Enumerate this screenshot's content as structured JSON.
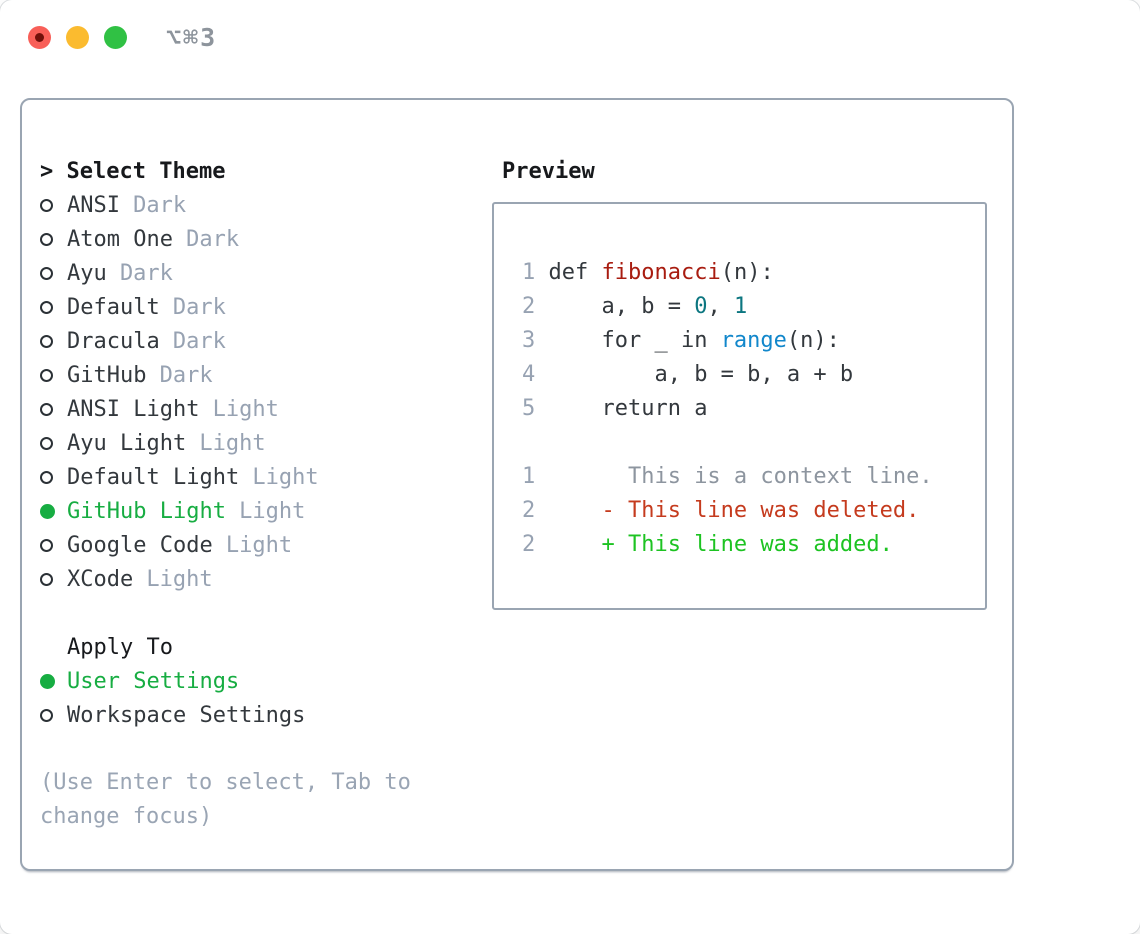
{
  "window": {
    "title": "⌥⌘3",
    "traffic_lights": [
      "close",
      "minimize",
      "zoom"
    ]
  },
  "colors": {
    "sel_green": "#17ad42",
    "fn_red": "#a81c10",
    "num_teal": "#0c7680",
    "builtin_blue": "#1287cb",
    "del_red": "#c53b1e",
    "add_green": "#1dc322",
    "muted": "#97a2b2",
    "border": "#9aa5b2"
  },
  "theme_selector": {
    "prompt": "> ",
    "title": "Select Theme",
    "items": [
      {
        "name": "ANSI",
        "variant": "Dark",
        "selected": false
      },
      {
        "name": "Atom One",
        "variant": "Dark",
        "selected": false
      },
      {
        "name": "Ayu",
        "variant": "Dark",
        "selected": false
      },
      {
        "name": "Default",
        "variant": "Dark",
        "selected": false
      },
      {
        "name": "Dracula",
        "variant": "Dark",
        "selected": false
      },
      {
        "name": "GitHub",
        "variant": "Dark",
        "selected": false
      },
      {
        "name": "ANSI Light",
        "variant": "Light",
        "selected": false
      },
      {
        "name": "Ayu Light",
        "variant": "Light",
        "selected": false
      },
      {
        "name": "Default Light",
        "variant": "Light",
        "selected": false
      },
      {
        "name": "GitHub Light",
        "variant": "Light",
        "selected": true
      },
      {
        "name": "Google Code",
        "variant": "Light",
        "selected": false
      },
      {
        "name": "XCode",
        "variant": "Light",
        "selected": false
      }
    ]
  },
  "apply_to": {
    "title": "Apply To",
    "items": [
      {
        "name": "User Settings",
        "selected": true
      },
      {
        "name": "Workspace Settings",
        "selected": false
      }
    ]
  },
  "help_text": "(Use Enter to select, Tab to change focus)",
  "preview": {
    "title": "Preview",
    "code_lines": [
      {
        "num": "1",
        "tokens": [
          {
            "t": " def ",
            "s": "p"
          },
          {
            "t": "fibonacci",
            "s": "fn"
          },
          {
            "t": "(n):",
            "s": "p"
          }
        ]
      },
      {
        "num": "2",
        "tokens": [
          {
            "t": "     a, b = ",
            "s": "p"
          },
          {
            "t": "0",
            "s": "n"
          },
          {
            "t": ", ",
            "s": "p"
          },
          {
            "t": "1",
            "s": "n"
          }
        ]
      },
      {
        "num": "3",
        "tokens": [
          {
            "t": "     for _ in ",
            "s": "p"
          },
          {
            "t": "range",
            "s": "b"
          },
          {
            "t": "(n):",
            "s": "p"
          }
        ]
      },
      {
        "num": "4",
        "tokens": [
          {
            "t": "         a, b = b, a + b",
            "s": "p"
          }
        ]
      },
      {
        "num": "5",
        "tokens": [
          {
            "t": "     return a",
            "s": "p"
          }
        ]
      },
      {
        "num": "",
        "tokens": []
      },
      {
        "num": "1",
        "tokens": [
          {
            "t": "       This is a context line.",
            "s": "c"
          }
        ]
      },
      {
        "num": "2",
        "tokens": [
          {
            "t": "     - This line was deleted.",
            "s": "d"
          }
        ]
      },
      {
        "num": "2",
        "tokens": [
          {
            "t": "     + This line was added.",
            "s": "a"
          }
        ]
      }
    ]
  }
}
